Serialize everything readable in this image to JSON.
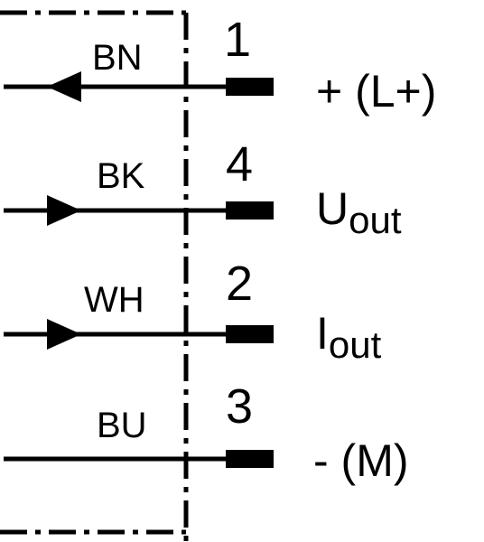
{
  "wires": [
    {
      "color": "BN",
      "pin": "1",
      "signal": "+ (L+)",
      "signal_sub": "",
      "direction": "in"
    },
    {
      "color": "BK",
      "pin": "4",
      "signal": "U",
      "signal_sub": "out",
      "direction": "out"
    },
    {
      "color": "WH",
      "pin": "2",
      "signal": "I",
      "signal_sub": "out",
      "direction": "out"
    },
    {
      "color": "BU",
      "pin": "3",
      "signal": "- (M)",
      "signal_sub": "",
      "direction": "none"
    }
  ],
  "colors": {
    "line": "#000000",
    "background": "#ffffff"
  }
}
